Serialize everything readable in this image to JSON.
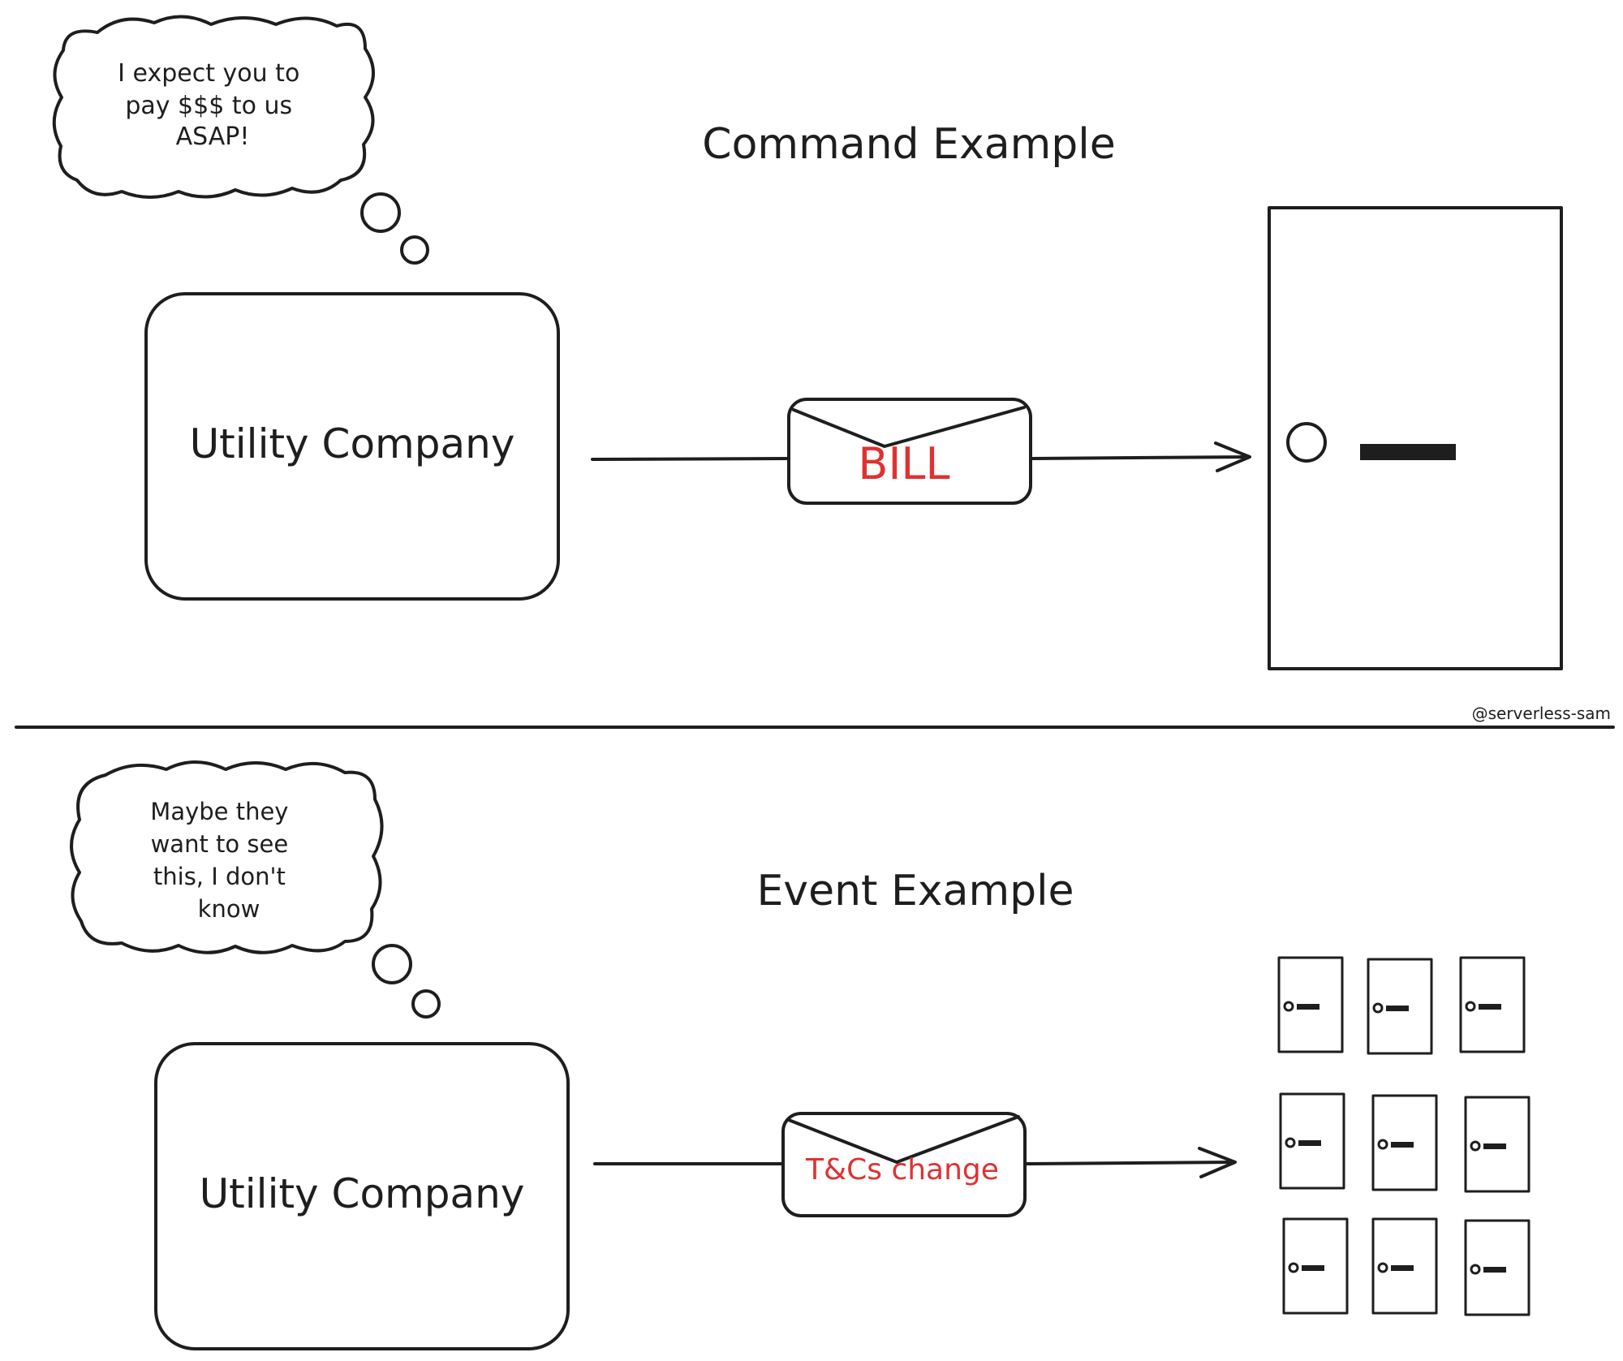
{
  "command": {
    "title": "Command Example",
    "thought_lines": [
      "I expect you to",
      "pay $$$ to us",
      "ASAP!"
    ],
    "company_label": "Utility Company",
    "message_label": "BILL"
  },
  "event": {
    "title": "Event Example",
    "thought_lines": [
      "Maybe they",
      "want to see",
      "this, I don't",
      "know"
    ],
    "company_label": "Utility Company",
    "message_label": "T&Cs change"
  },
  "watermark": "@serverless-sam",
  "colors": {
    "ink": "#1e1e1e",
    "message_text": "#e03131",
    "background": "#ffffff"
  }
}
